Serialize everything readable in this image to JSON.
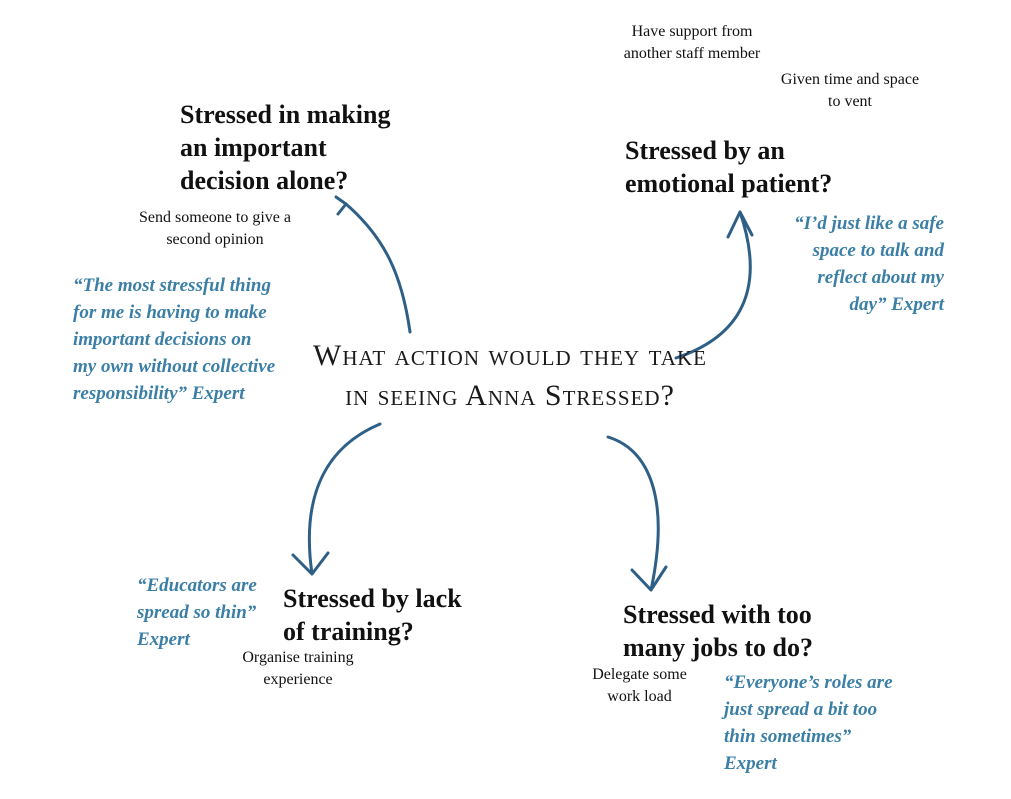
{
  "central_question": "What action would they take in seeing Anna Stressed?",
  "nodes": {
    "decision": {
      "heading": "Stressed in making an important decision alone?",
      "action": "Send someone to give a second opinion",
      "quote": "“The most stressful thing for me is having to make important decisions on my own without collective responsibility” Expert"
    },
    "emotional": {
      "heading": "Stressed by an emotional patient?",
      "action1": "Have support from another staff member",
      "action2": "Given time and space to vent",
      "quote": "“I’d just like a safe space to talk and reflect about my day” Expert"
    },
    "training": {
      "heading": "Stressed by lack of training?",
      "action": "Organise training experience",
      "quote": "“Educators are spread so thin” Expert"
    },
    "jobs": {
      "heading": "Stressed with too many jobs to do?",
      "action": "Delegate some work load",
      "quote": "“Everyone’s roles are just spread a bit too thin sometimes” Expert"
    }
  },
  "colors": {
    "quote": "#3b7fa6",
    "arrow": "#2e5f86",
    "text": "#111111"
  }
}
